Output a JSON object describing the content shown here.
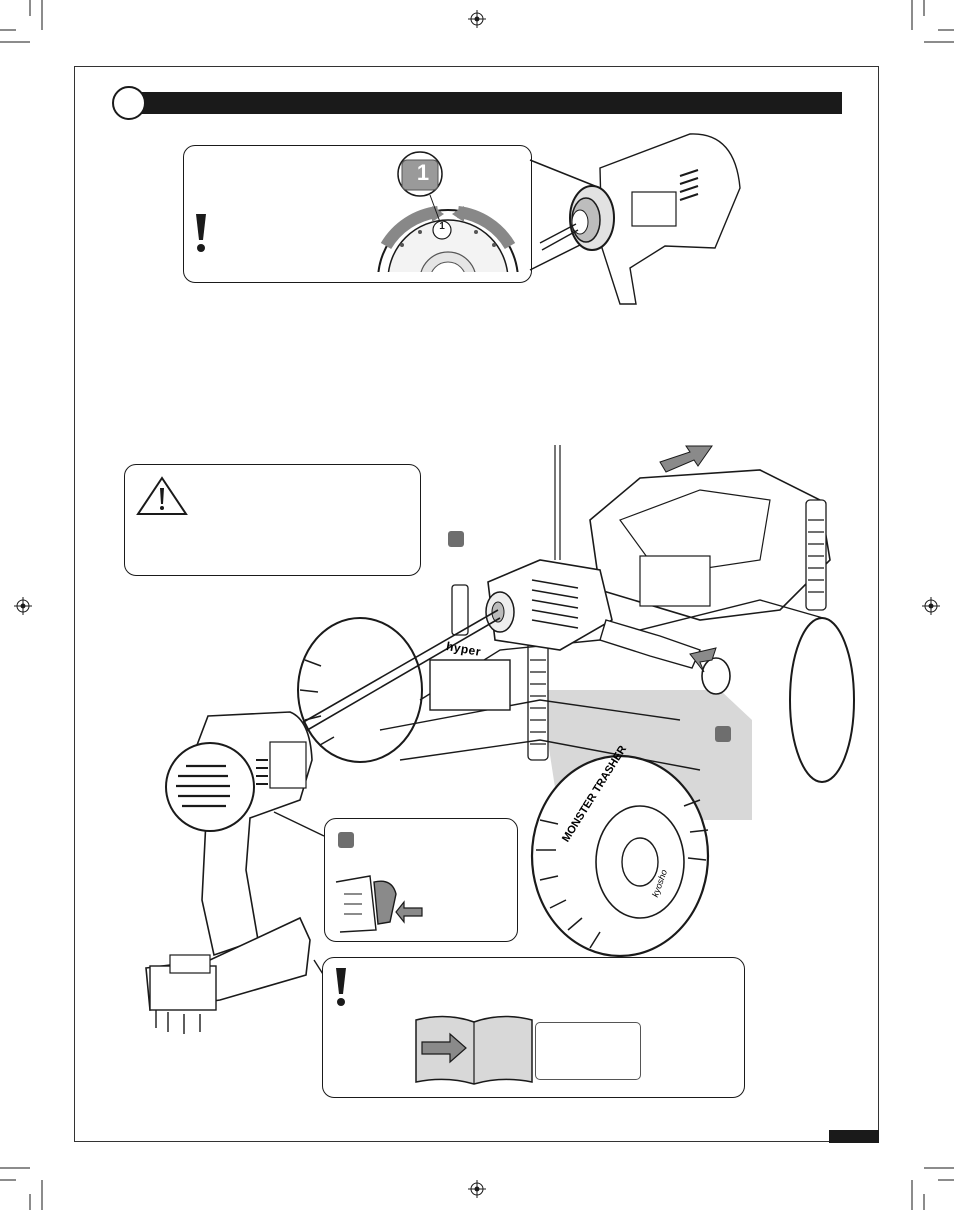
{
  "steps": {
    "current_step_number": "",
    "tags": [
      "",
      "",
      ""
    ]
  },
  "details": {
    "dial_setting_label": "1",
    "dial_setting_label_small": "1"
  },
  "decals": {
    "engine_brand": "hyper",
    "tire_brand": "MONSTER TRASHER",
    "tire_maker": "kyosho"
  },
  "icons": [
    "registration-mark-icon",
    "warning-triangle-icon",
    "attention-exclamation-icon",
    "arrow-icon",
    "book-icon"
  ],
  "colors": {
    "ink": "#1a1a1a",
    "tag_gray": "#6e6e6e",
    "panel_gray": "#d8d8d8"
  }
}
